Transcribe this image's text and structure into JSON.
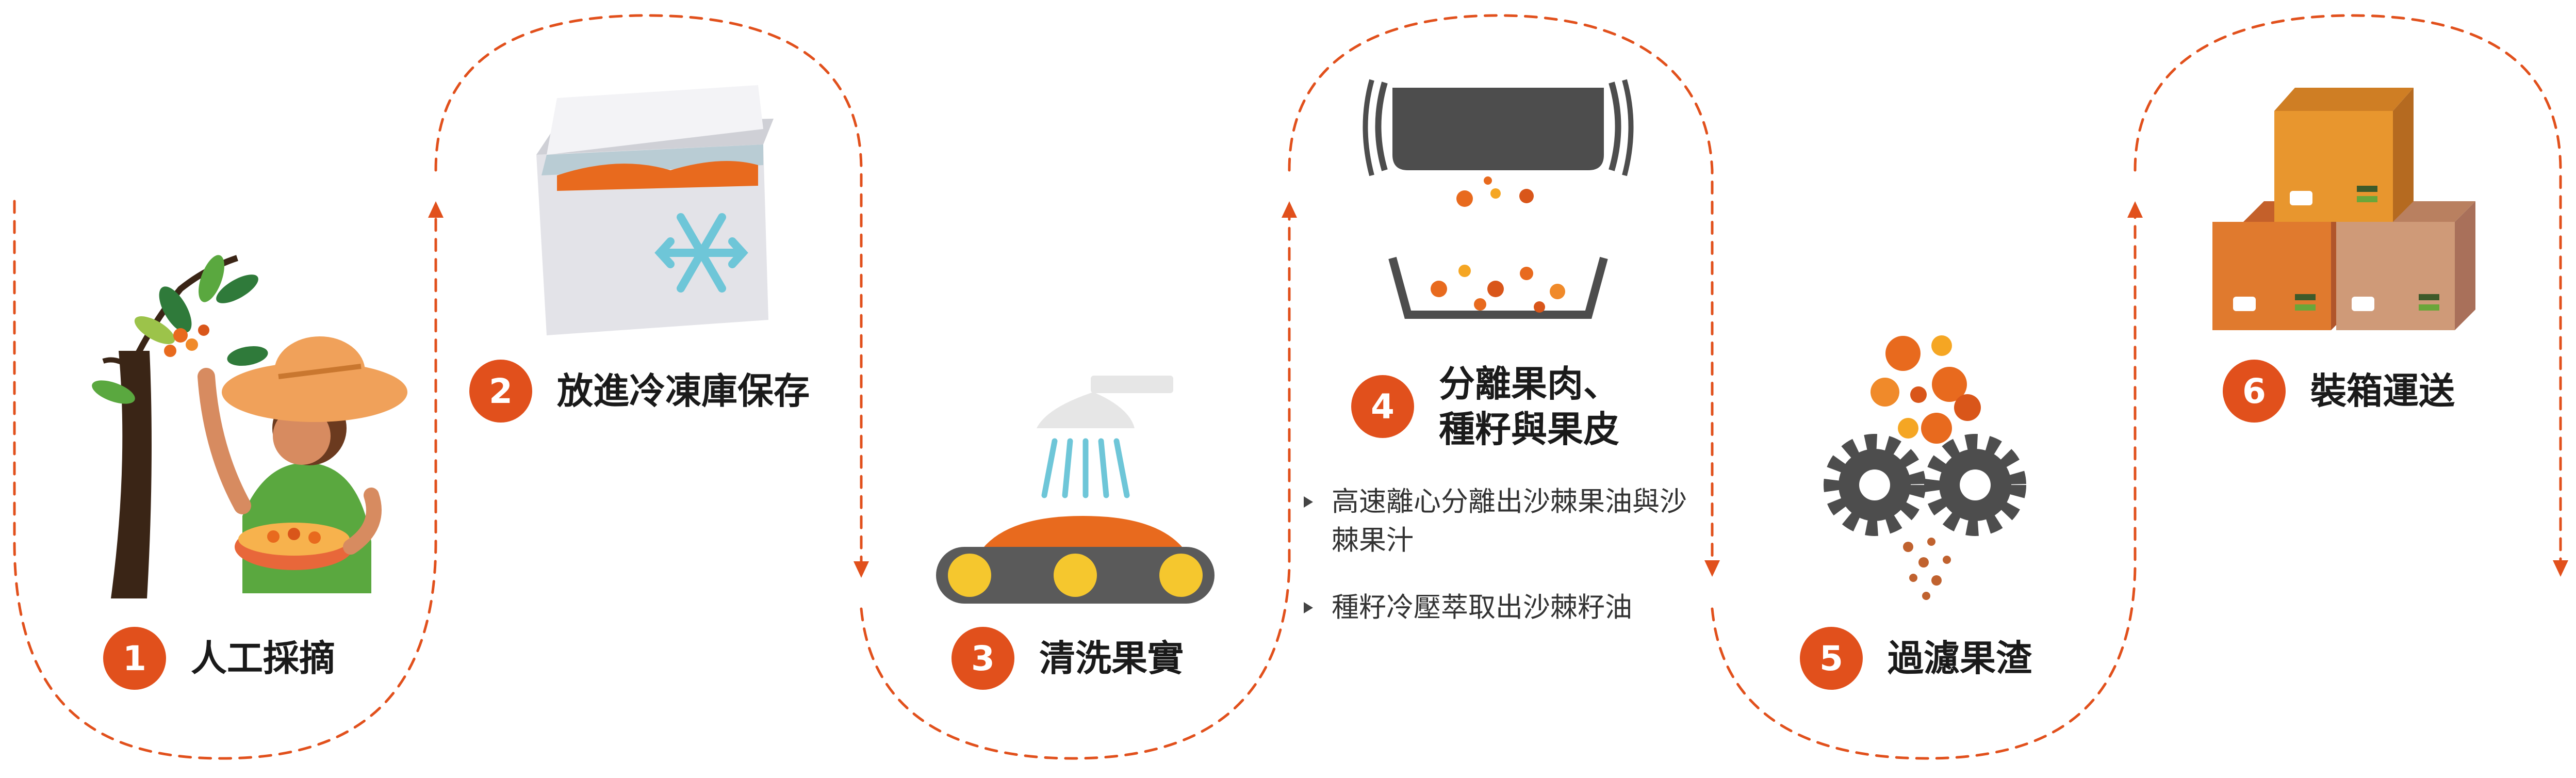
{
  "steps": [
    {
      "number": "1",
      "title_lines": [
        "人工採摘"
      ]
    },
    {
      "number": "2",
      "title_lines": [
        "放進冷凍庫保存"
      ]
    },
    {
      "number": "3",
      "title_lines": [
        "清洗果實"
      ]
    },
    {
      "number": "4",
      "title_lines": [
        "分離果肉、",
        "種籽與果皮"
      ],
      "details": [
        "高速離心分離出沙棘果油與沙棘果汁",
        "種籽冷壓萃取出沙棘籽油"
      ]
    },
    {
      "number": "5",
      "title_lines": [
        "過濾果渣"
      ]
    },
    {
      "number": "6",
      "title_lines": [
        "裝箱運送"
      ]
    }
  ],
  "colors": {
    "accent": "#E1501C",
    "dashed_path": "#E1501C",
    "berry_orange": "#E86A1E",
    "frost_blue": "#6EC6D8",
    "gear_gray": "#4D4D4D",
    "box_orange": "#E07A2E",
    "box_tan": "#CF9A78"
  },
  "icons": [
    "berry-picker-illustration",
    "freezer-icon",
    "washing-conveyor-icon",
    "centrifuge-bowls-icon",
    "filter-gears-icon",
    "shipping-boxes-icon"
  ]
}
